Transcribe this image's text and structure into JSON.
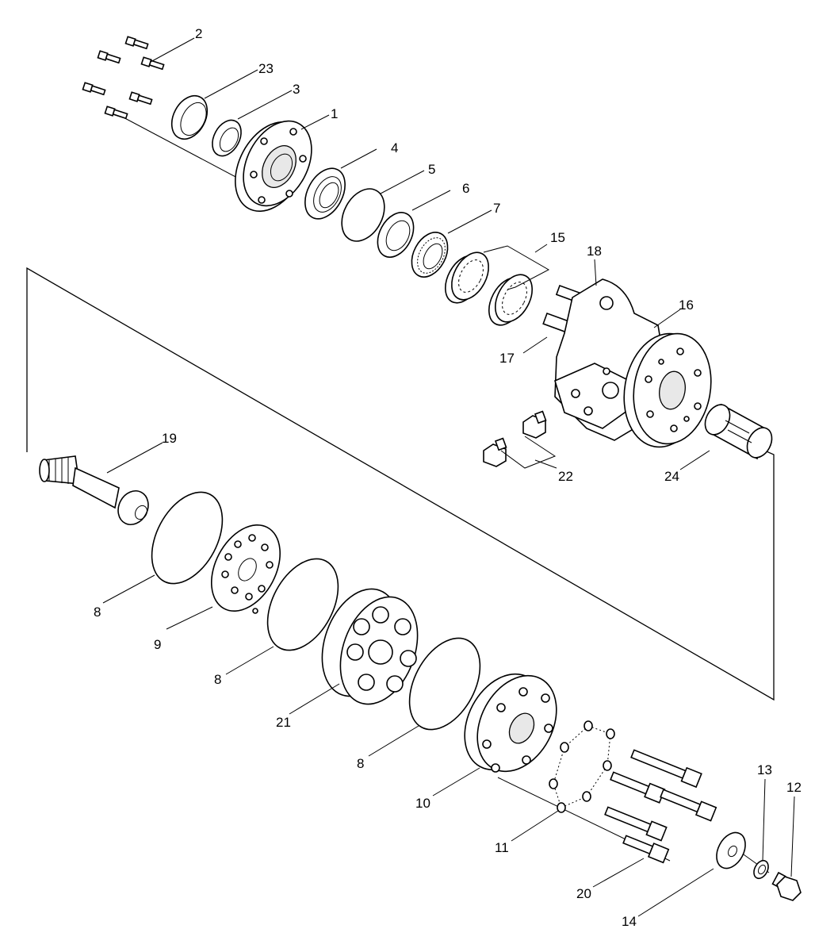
{
  "callouts": {
    "c1": "1",
    "c2": "2",
    "c3": "3",
    "c4": "4",
    "c5": "5",
    "c6": "6",
    "c7": "7",
    "c8a": "8",
    "c8b": "8",
    "c8c": "8",
    "c9": "9",
    "c10": "10",
    "c11": "11",
    "c12": "12",
    "c13": "13",
    "c14": "14",
    "c15": "15",
    "c16": "16",
    "c17": "17",
    "c18": "18",
    "c19": "19",
    "c20": "20",
    "c21": "21",
    "c22": "22",
    "c23": "23",
    "c24": "24"
  }
}
